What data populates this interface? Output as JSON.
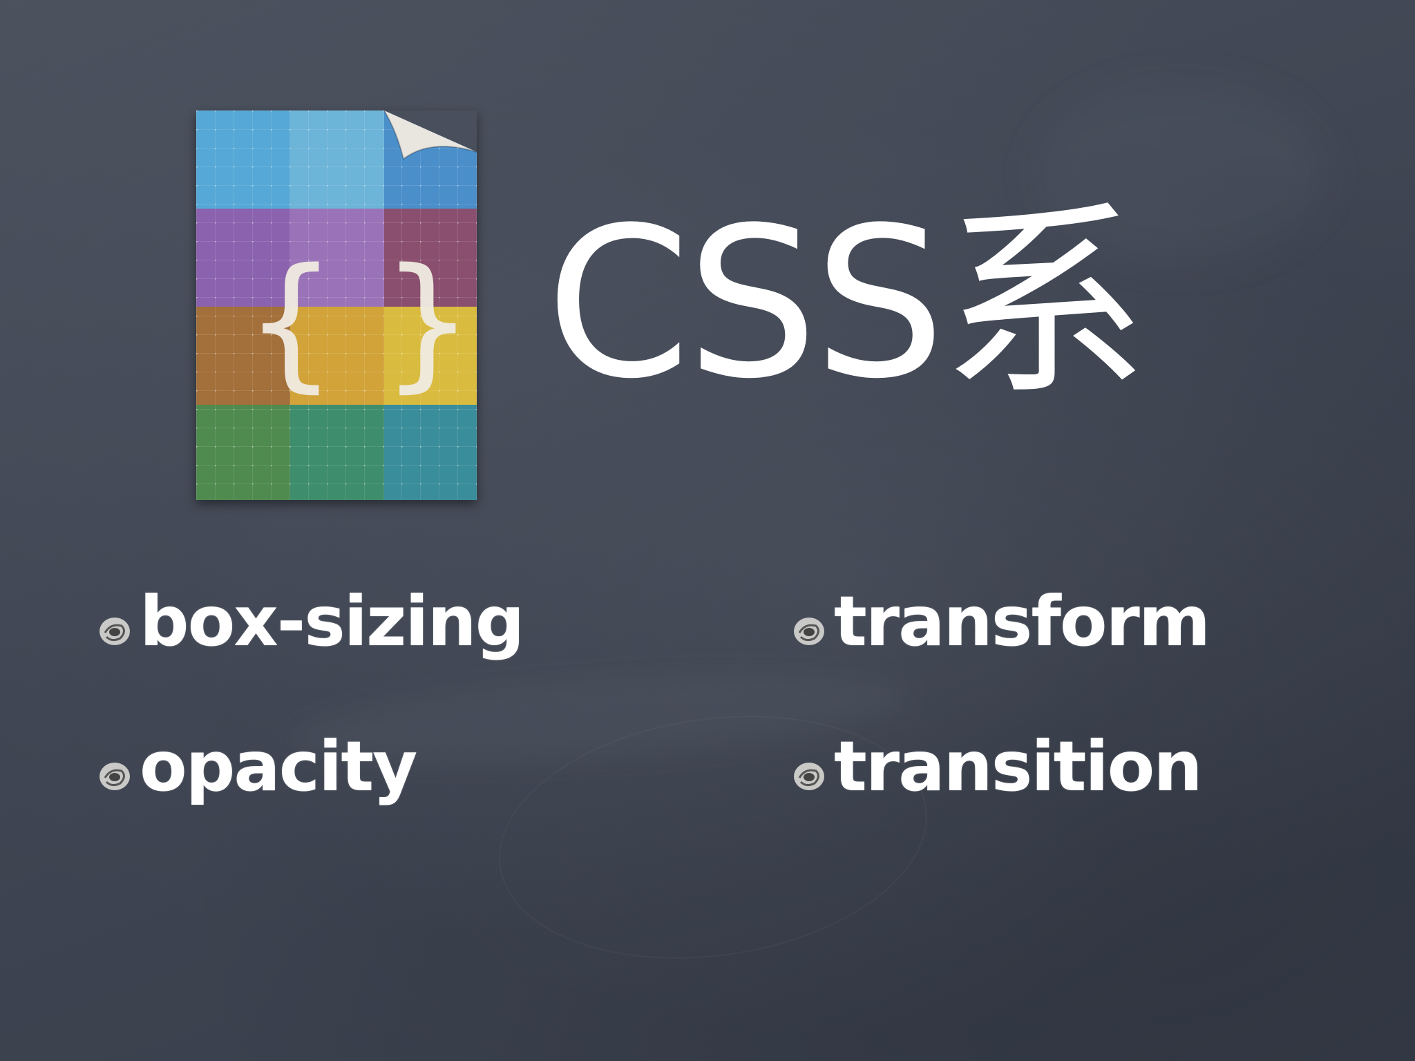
{
  "slide": {
    "background_color": "#3f4552",
    "title": "CSS系",
    "file_icon": {
      "semantic": "css-file-icon",
      "braces_text": "{ }",
      "stripe_colors": [
        "#4f9fd2",
        "#8a5ca8",
        "#d8a93a",
        "#3f8a5a"
      ]
    },
    "bullet_icon": "chalk-bullet-icon",
    "bullets_left": [
      {
        "label": "box-sizing"
      },
      {
        "label": "opacity"
      }
    ],
    "bullets_right": [
      {
        "label": "transform"
      },
      {
        "label": "transition"
      }
    ]
  }
}
